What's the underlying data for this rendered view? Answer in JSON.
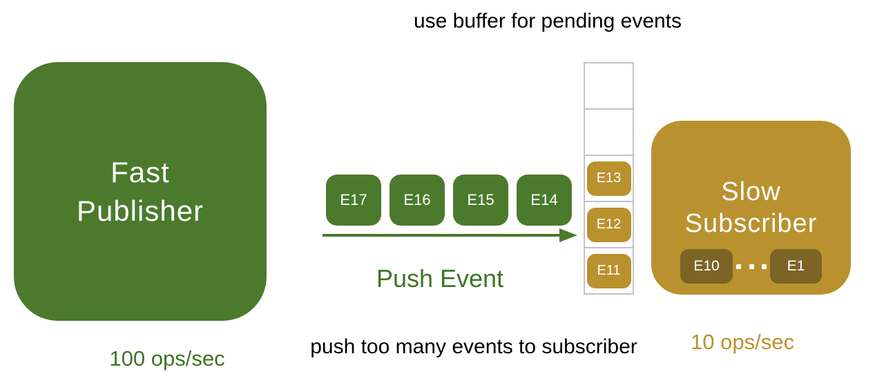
{
  "colors": {
    "green": "#4b7a2d",
    "green_text": "#3e7526",
    "gold": "#b9922f",
    "gold_dark": "#7c6426",
    "buffer_border": "#c2c2c2",
    "caption": "#000000"
  },
  "captions": {
    "top": "use buffer for pending events",
    "bottom": "push too many events to subscriber"
  },
  "publisher": {
    "name_line1": "Fast",
    "name_line2": "Publisher",
    "rate": "100 ops/sec"
  },
  "flow": {
    "pending_events": [
      "E17",
      "E16",
      "E15",
      "E14"
    ],
    "arrow_label": "Push Event"
  },
  "buffer": {
    "empty_cells": 2,
    "queued_events": [
      "E13",
      "E12",
      "E11"
    ]
  },
  "subscriber": {
    "name_line1": "Slow",
    "name_line2": "Subscriber",
    "rate": "10 ops/sec",
    "consumed_first": "E10",
    "consumed_last": "E1"
  }
}
